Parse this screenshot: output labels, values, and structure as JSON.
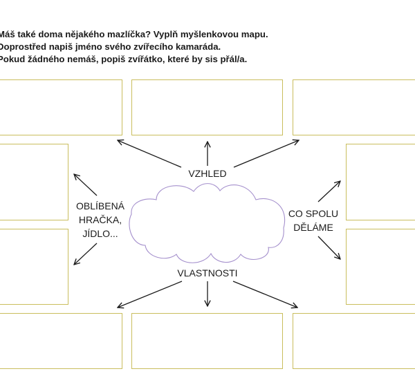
{
  "instructions": [
    "Máš také doma nějakého mazlíčka? Vyplň myšlenkovou mapu.",
    "Doprostřed napiš jméno svého zvířecího kamaráda.",
    "Pokud žádného nemáš, popiš zvířátko, které by sis přál/a."
  ],
  "labels": {
    "top": "VZHLED",
    "left": [
      "OBLÍBENÁ",
      "HRAČKA,",
      "JÍDLO..."
    ],
    "right": [
      "CO SPOLU",
      "DĚLÁME"
    ],
    "bottom": "VLASTNOSTI"
  },
  "colors": {
    "box_border": "#c9bd5c",
    "cloud_stroke": "#a48fcc",
    "arrow": "#1a1a1a"
  }
}
